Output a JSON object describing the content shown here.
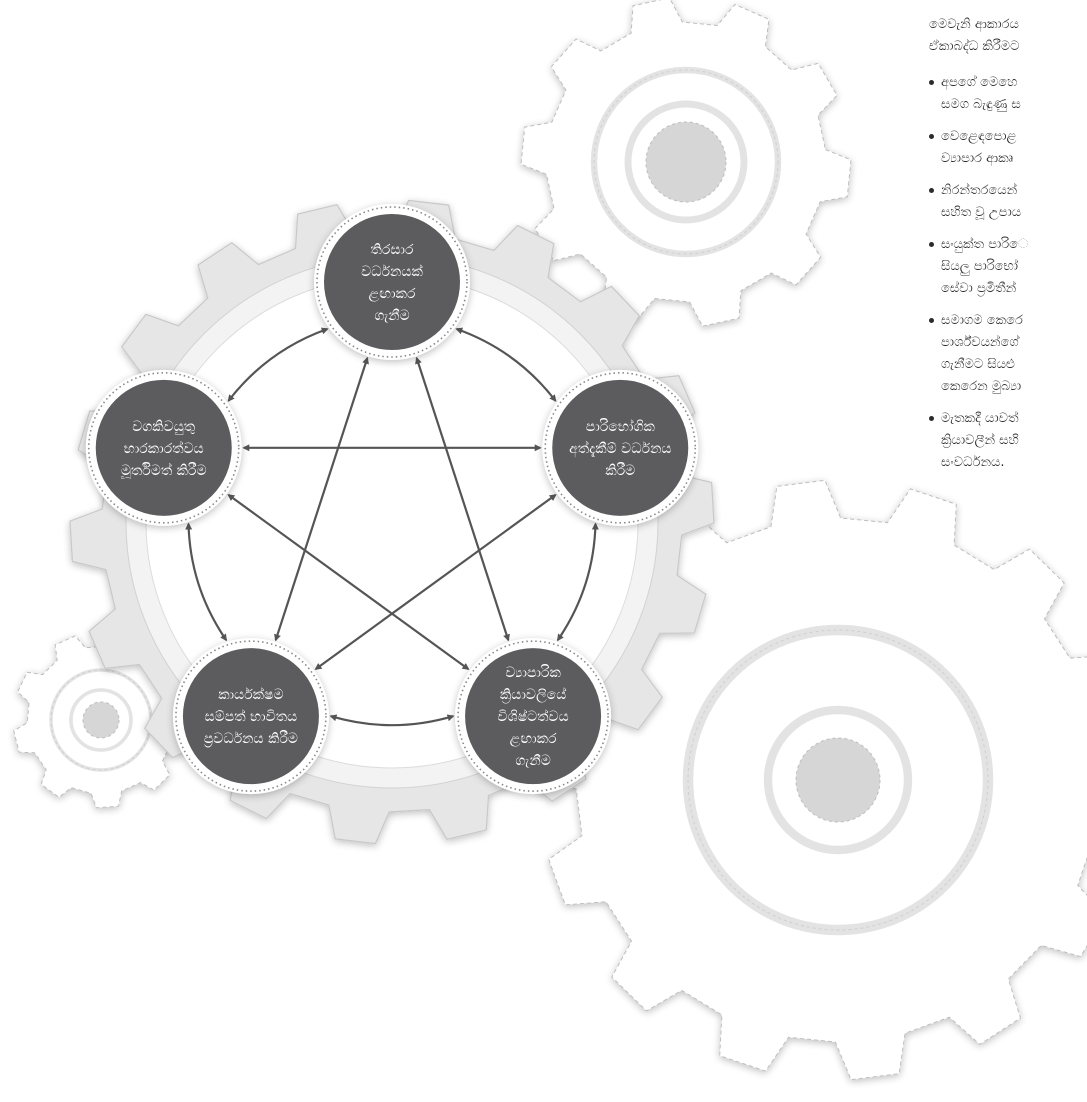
{
  "intro": [
    "මෙවැනි ආකාරය",
    "ඒකාබද්ධ කිරීමට"
  ],
  "bullets": [
    {
      "lines": [
        "අපගේ මෙහෙ",
        "සමග බැඳුණු ස"
      ]
    },
    {
      "lines": [
        "වෙළෙඳපොළ",
        "ව්‍යාපාර ආකෘ"
      ]
    },
    {
      "lines": [
        "නිරන්තරයෙන්",
        "සහිත වූ උපාය"
      ]
    },
    {
      "lines": [
        "සංයුක්ත පාරිෙ",
        "සියලු පාරිභෝ",
        "සේවා ප්‍රමිතීන්"
      ]
    },
    {
      "lines": [
        "සමාගම කෙරෙ",
        "පාර්ශ්වයන්ගේ",
        "ගැනීමට සියළු",
        "කෙරෙන මුබ්‍යා"
      ]
    },
    {
      "lines": [
        "මැතකදී යාවත්",
        "ක්‍රියාවලීන් සහි",
        "සංවර්ධනය."
      ]
    }
  ],
  "nodes": [
    {
      "id": "top",
      "lines": [
        "තිරසාර",
        "වර්ධනයක්",
        "ළඟාකර",
        "ගැනීම"
      ]
    },
    {
      "id": "right",
      "lines": [
        "පාරිභෝගික",
        "අත්දැකීම් වර්ධනය",
        "කිරීම"
      ]
    },
    {
      "id": "bottom-right",
      "lines": [
        "ව්‍යාපාරික",
        "ක්‍රියාවලියේ",
        "විශිෂ්ටත්වය",
        "ළඟාකර",
        "ගැනීම"
      ]
    },
    {
      "id": "bottom-left",
      "lines": [
        "කාර්යක්ෂම",
        "සම්පත් භාවිතය",
        "ප්‍රවර්ධනය කිරීම"
      ]
    },
    {
      "id": "left",
      "lines": [
        "වගකිවයුතු",
        "භාරකාරත්වය",
        "මූර්තිමත් කිරීම"
      ]
    }
  ],
  "colors": {
    "node_fill": "#5c5b5d",
    "node_ring": "#ffffff",
    "gear_fill": "#e6e6e6",
    "gear_stroke": "#c8c8c8",
    "arrow": "#555555",
    "text": "#2b2b2b"
  }
}
